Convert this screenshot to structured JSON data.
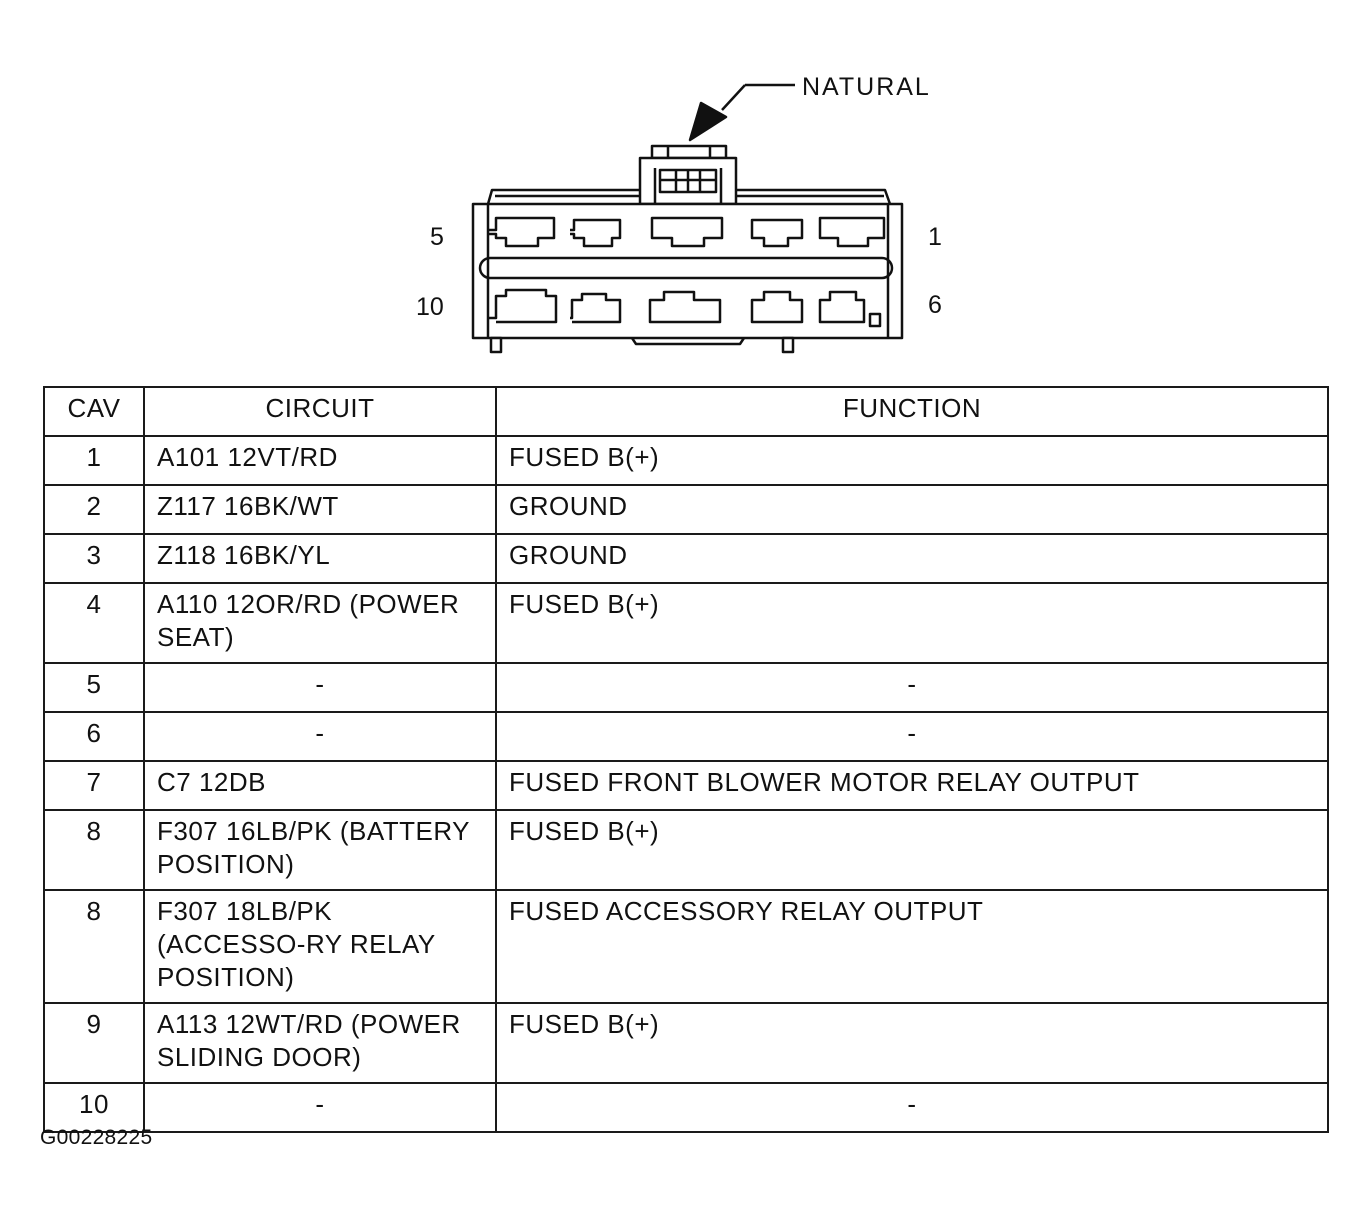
{
  "diagram": {
    "color_label": "NATURAL",
    "pin_labels": {
      "top_left": "5",
      "top_right": "1",
      "bottom_left": "10",
      "bottom_right": "6"
    }
  },
  "table": {
    "headers": {
      "cav": "CAV",
      "circuit": "CIRCUIT",
      "function": "FUNCTION"
    },
    "rows": [
      {
        "cav": "1",
        "circuit": "A101 12VT/RD",
        "function": "FUSED B(+)"
      },
      {
        "cav": "2",
        "circuit": "Z117 16BK/WT",
        "function": "GROUND"
      },
      {
        "cav": "3",
        "circuit": "Z118 16BK/YL",
        "function": "GROUND"
      },
      {
        "cav": "4",
        "circuit": "A110 12OR/RD (POWER SEAT)",
        "function": "FUSED B(+)"
      },
      {
        "cav": "5",
        "circuit": "-",
        "function": "-"
      },
      {
        "cav": "6",
        "circuit": "-",
        "function": "-"
      },
      {
        "cav": "7",
        "circuit": "C7 12DB",
        "function": "FUSED FRONT BLOWER MOTOR RELAY OUTPUT"
      },
      {
        "cav": "8",
        "circuit": "F307 16LB/PK (BATTERY POSITION)",
        "function": "FUSED B(+)"
      },
      {
        "cav": "8",
        "circuit": "F307 18LB/PK (ACCESSO-RY RELAY POSITION)",
        "function": "FUSED ACCESSORY RELAY OUTPUT"
      },
      {
        "cav": "9",
        "circuit": "A113 12WT/RD (POWER SLIDING DOOR)",
        "function": "FUSED B(+)"
      },
      {
        "cav": "10",
        "circuit": "-",
        "function": "-"
      }
    ]
  },
  "figure_id": "G00228225"
}
